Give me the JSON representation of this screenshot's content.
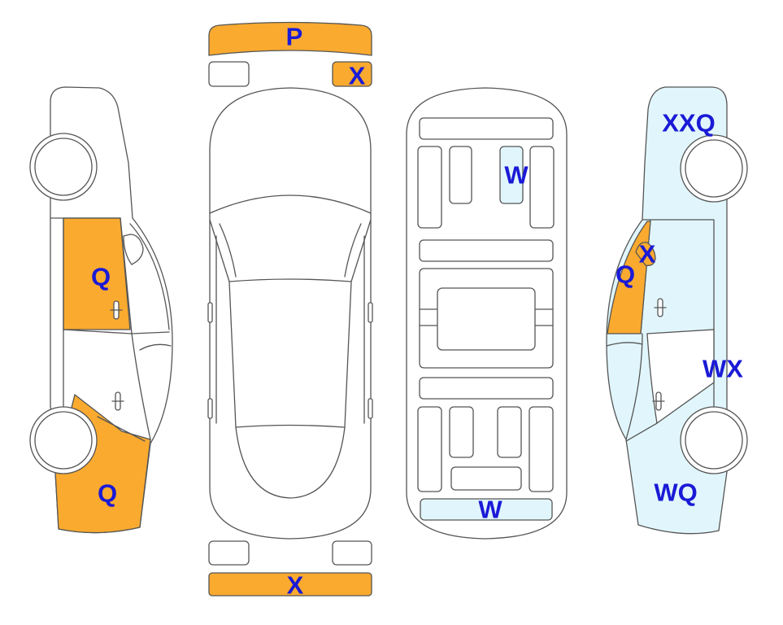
{
  "colors": {
    "orange": "#f9aa2f",
    "blue": "#e1f6fc",
    "line": "#555555",
    "code_text": "#1a1ad6"
  },
  "codes": {
    "front_bumper": "P",
    "front_right_plate": "X",
    "rear_bumper": "X",
    "roof_top_panel": "W",
    "trunk_rear_panel": "W",
    "left_rear_door": "Q",
    "left_front_fender": "Q",
    "right_roof_edge": "XXQ",
    "right_rear_window": "X",
    "right_rear_pillar": "Q",
    "right_side_panel": "WX",
    "right_front_fender": "WQ"
  }
}
